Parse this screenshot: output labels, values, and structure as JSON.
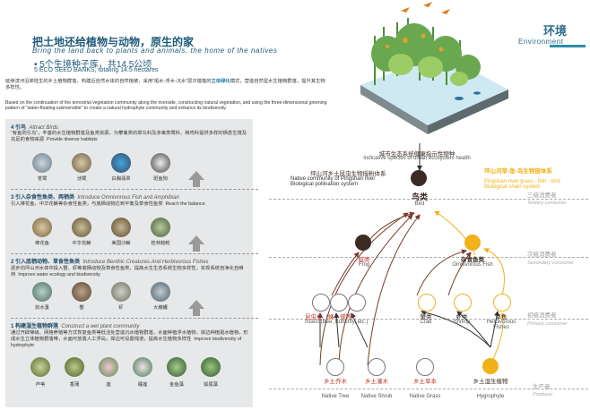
{
  "header": {
    "env_cn": "环境",
    "env_en": "Environment"
  },
  "title": {
    "cn": "把土地还给植物与动物，原生的家",
    "en": "Bring the land back to plants and animals, the home of the natives"
  },
  "seed_banks": {
    "cn": "5个生境种子库，共14.5公顷",
    "en": "5 ECO SEED BANKS, totaling 14.5 hectares"
  },
  "intro": {
    "cn_a": "延续滨河沿岸陆生的乡土植物群落，构建近自然水体的自然植被，采用“挺水-浮水-沉水”层次错落的",
    "cn_hl": "立体绿化",
    "cn_b": "模式，营造自然型水生植物群落，提升其生物多样性。",
    "en": "Based on the continuation of the terrestrial vegetation community along the riverside, constructing natural vegetation, and using the three-dimensional greening pattern of \"water-floating-submersible\" to create a natural hydrophyte community and enhance its biodiversity."
  },
  "stages": [
    {
      "num": "4 引鸟",
      "en": "Attract Birds",
      "desc_cn": "“有鱼则引鸟”，丰富的水生植物群落及鱼类资源，为攀禽类的翠鸟科及涉禽类鹭科、秧鸡科提供多样的栖息生境及充足的食物来源",
      "desc_en": "Provide diverse habitats",
      "items": [
        "苍鹭",
        "池鹭",
        "白胸翡翠",
        "斑鱼狗"
      ]
    },
    {
      "num": "3 引入杂食性鱼类、两栖类",
      "en": "Introduce Omnivorous Fish and Amphibian",
      "desc_cn": "引入棒花鱼、中华花鳅等杂食性鱼类，与底栖动物达到平衡及草食性鱼类",
      "desc_en": "Reach the balance",
      "items": [
        "棒花鱼",
        "中华花鳅",
        "美国沙鳅",
        "桂林鲶鮀"
      ]
    },
    {
      "num": "2 引入底栖动物、草食性鱼类",
      "en": "Introduce Benthic Creatures And Herbivorous Fishes",
      "desc_cn": "逐步向坪山河水体中投入蟹、虾等底栖动物及草食性鱼类，提高水生生态系统生物多样性，实现系统自净化自维持",
      "desc_en": "Improve water ecology and biodiversity",
      "items": [
        "剑水蚤",
        "蟹",
        "虾",
        "大鳍鳠"
      ]
    },
    {
      "num": "1 构建湿生植物群落",
      "en": "Construct a wet plant community",
      "desc_cn": "通过开辟梯级、网格养殖等方式恢复鱼类等低洼处营造沉水植物群落，水面种植浮水植物，岸边种植挺水植物，形成水生立体植物群落带，水面可放置人工浮岛，岸边可设置栈道，提高水生植物多样性",
      "desc_en": "Improve biodiversity of hydrophyte",
      "items": [
        "芦苇",
        "香蒲",
        "莲",
        "睡莲",
        "金鱼藻",
        "狐尾藻"
      ]
    }
  ],
  "foodweb": {
    "indicator_cn": "城市生态系统健康指示性物种",
    "indicator_en": "Indicative species of urban ecosystem health",
    "pollination_cn": "坪山河乡土昆虫生物授粉体系",
    "pollination_en": "Native community of Pingshan river Biological pollination system",
    "chain_cn": "坪山河草-鱼-鸟生物链体系",
    "chain_en": "Pingshan river grass - fish - bird Biological chain system",
    "bird_cn": "鸟类",
    "bird_en": "Bird",
    "frog_cn": "蛙类",
    "frog_en": "Frog",
    "omnifish_cn": "杂食鱼类",
    "omnifish_en": "Omnivorous Fish",
    "insect_cn": "昆虫类（蜂、蝶等）",
    "insect_en": "Insect (Bee, Butterfly, etc.)",
    "crab_cn": "蟹类",
    "crab_en": "Crab",
    "shrimp_cn": "虾类",
    "shrimp_en": "Shrimp",
    "herbfish_cn": "草鱼",
    "herbfish_en": "Herbivorous Fishes",
    "tree_cn": "乡土乔木",
    "tree_en": "Native Tree",
    "shrub_cn": "乡土灌木",
    "shrub_en": "Native Shrub",
    "grass_cn": "乡土草本",
    "grass_en": "Native Grass",
    "hydro_cn": "乡土湿生植物",
    "hydro_en": "Hygrophyte",
    "levels": [
      {
        "cn": "三级消费者",
        "en": "Tertiary consumer"
      },
      {
        "cn": "次级消费者",
        "en": "Secondary consumer"
      },
      {
        "cn": "初级消费者",
        "en": "Primary consumer"
      },
      {
        "cn": "生产者",
        "en": "Producer"
      }
    ]
  },
  "colors": {
    "accent": "#1e5a79",
    "gold": "#f1b11b",
    "brown": "#7a3a2a",
    "panel": "#e7e8e9"
  }
}
